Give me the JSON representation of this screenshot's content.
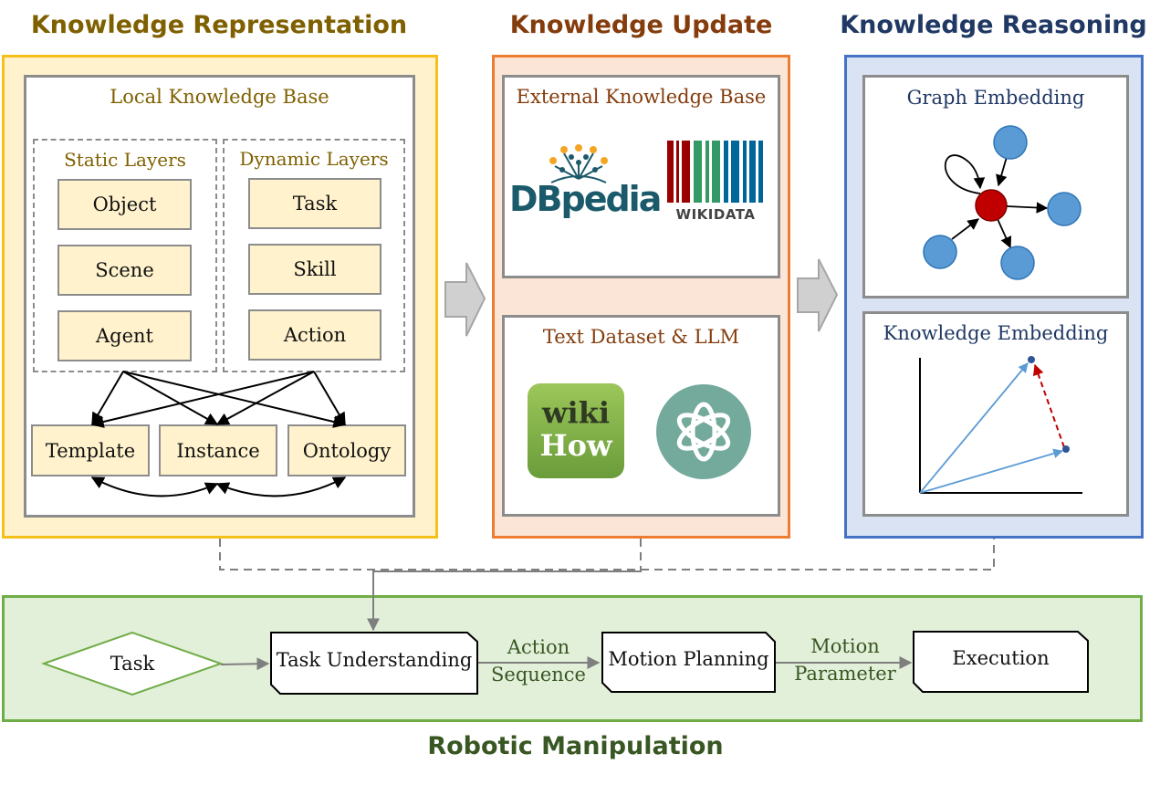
{
  "representation": {
    "title": "Knowledge Representation",
    "local_kb": "Local Knowledge Base",
    "static_title": "Static Layers",
    "static_items": [
      "Object",
      "Scene",
      "Agent"
    ],
    "dynamic_title": "Dynamic Layers",
    "dynamic_items": [
      "Task",
      "Skill",
      "Action"
    ],
    "outputs": [
      "Template",
      "Instance",
      "Ontology"
    ]
  },
  "update": {
    "title": "Knowledge Update",
    "external_kb": "External Knowledge Base",
    "dbpedia_logo": "DBpedia",
    "wikidata_logo": "WIKIDATA",
    "text_dataset": "Text Dataset & LLM",
    "wikihow_logo_line1": "wiki",
    "wikihow_logo_line2": "How"
  },
  "reasoning": {
    "title": "Knowledge Reasoning",
    "graph_embedding": "Graph Embedding",
    "knowledge_embedding": "Knowledge Embedding"
  },
  "manipulation": {
    "title": "Robotic Manipulation",
    "task": "Task",
    "task_understanding": "Task Understanding",
    "edge1_line1": "Action",
    "edge1_line2": "Sequence",
    "motion_planning": "Motion Planning",
    "edge2_line1": "Motion",
    "edge2_line2": "Parameter",
    "execution": "Execution"
  },
  "colors": {
    "representation": "#7f6000",
    "update": "#843c0c",
    "reasoning": "#1f3864",
    "manipulation": "#385723",
    "cell_fill": "#fff2cc"
  }
}
